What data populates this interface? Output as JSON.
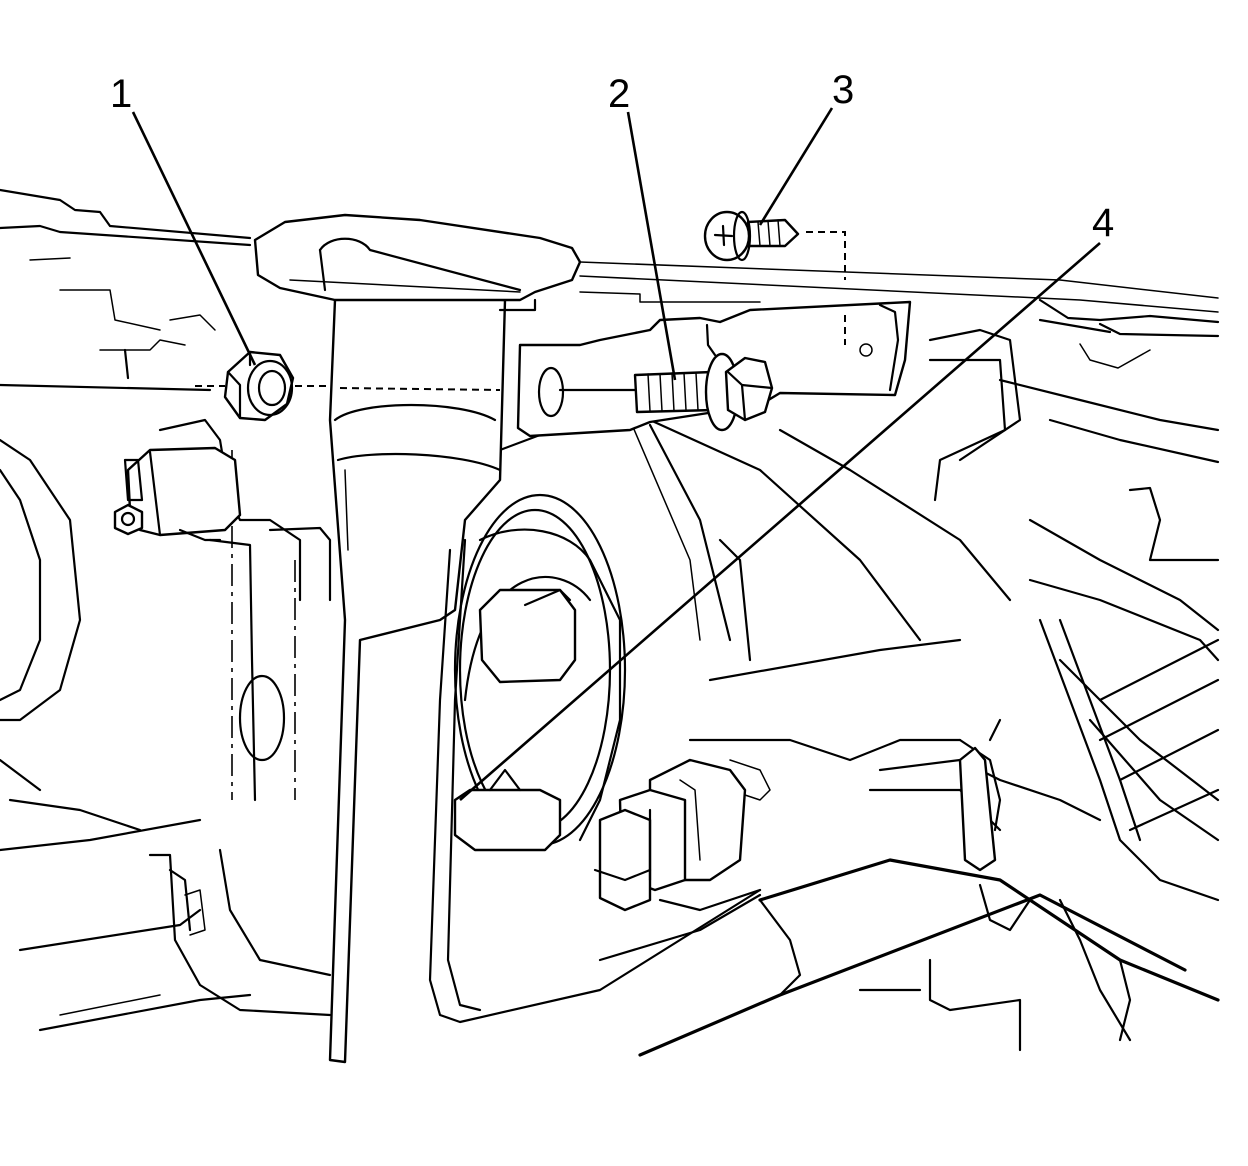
{
  "callouts": [
    {
      "label": "1",
      "part": "nut"
    },
    {
      "label": "2",
      "part": "bolt"
    },
    {
      "label": "3",
      "part": "screw"
    },
    {
      "label": "4",
      "part": "headlamp"
    }
  ]
}
